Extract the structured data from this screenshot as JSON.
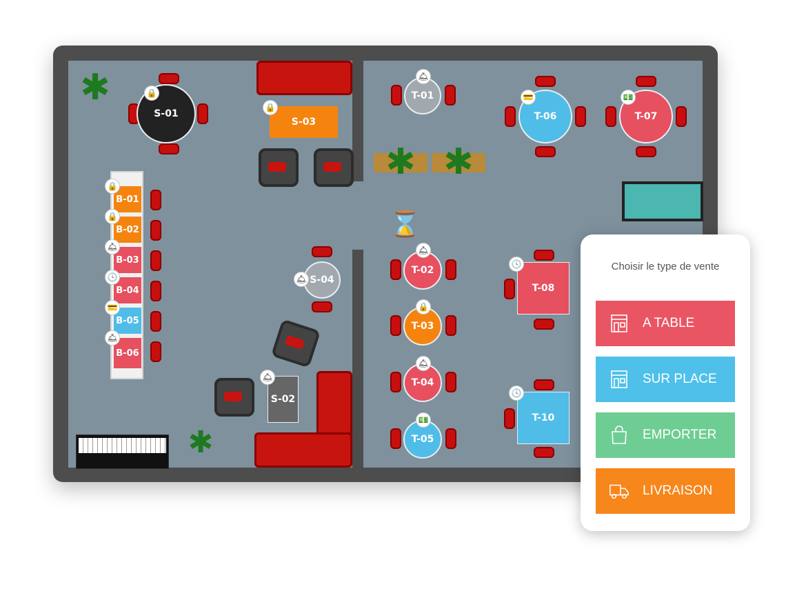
{
  "tables": {
    "s01": "S-01",
    "s02": "S-02",
    "s03": "S-03",
    "s04": "S-04",
    "b01": "B-01",
    "b02": "B-02",
    "b03": "B-03",
    "b04": "B-04",
    "b05": "B-05",
    "b06": "B-06",
    "t01": "T-01",
    "t02": "T-02",
    "t03": "T-03",
    "t04": "T-04",
    "t05": "T-05",
    "t06": "T-06",
    "t07": "T-07",
    "t08": "T-08",
    "t10": "T-10"
  },
  "status_icons": {
    "lock": "🔒",
    "service": "🛎",
    "clock": "🕓",
    "money": "💵",
    "card": "💳",
    "hourglass": "⌛"
  },
  "panel": {
    "title": "Choisir le type de vente",
    "buttons": [
      {
        "label": "A TABLE",
        "icon": "storefront-icon",
        "color": "#ea5563"
      },
      {
        "label": "SUR PLACE",
        "icon": "storefront-icon",
        "color": "#4ec0ea"
      },
      {
        "label": "EMPORTER",
        "icon": "shopping-bag-icon",
        "color": "#6ecd93"
      },
      {
        "label": "LIVRAISON",
        "icon": "delivery-truck-icon",
        "color": "#f7861b"
      }
    ]
  },
  "colors": {
    "available": "#e6505f",
    "occupied": "#4fbde8",
    "reserved": "#f5840f",
    "wall": "#4d4d4d",
    "floor": "#7e919d"
  }
}
